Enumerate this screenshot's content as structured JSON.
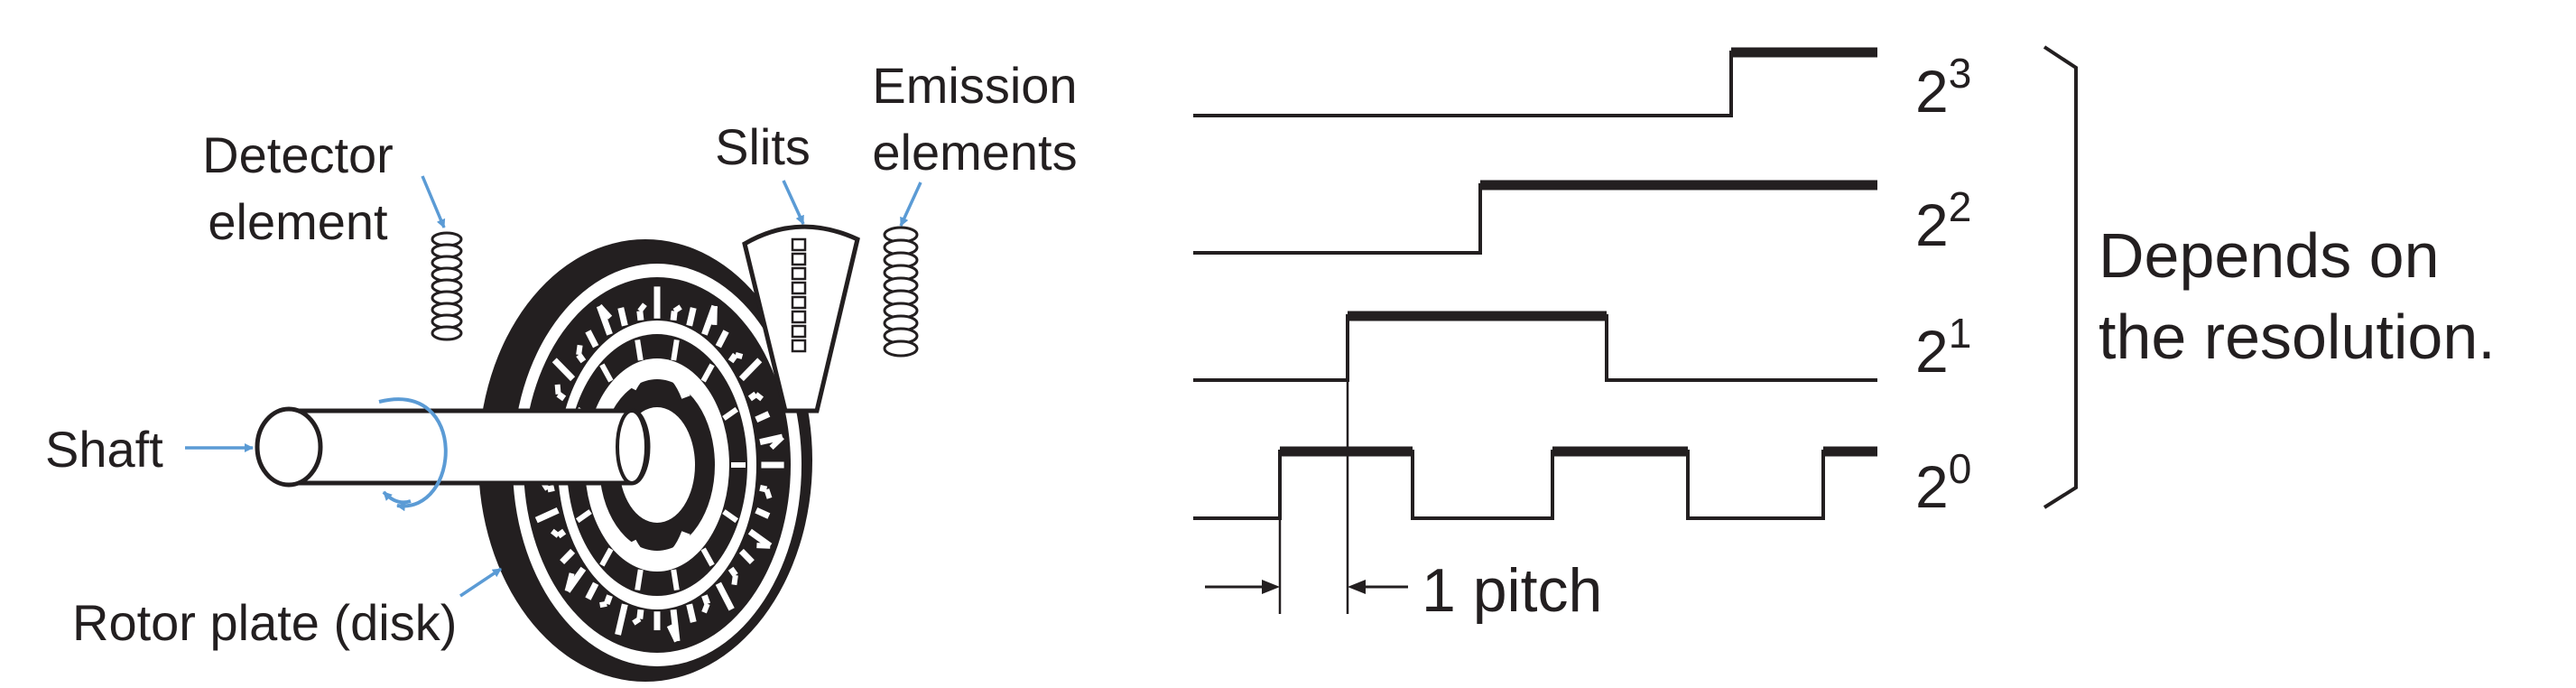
{
  "colors": {
    "ink": "#231f20",
    "arrow_blue": "#5b9bd5",
    "background": "#ffffff"
  },
  "encoder": {
    "detector_label": "Detector\nelement",
    "slits_label": "Slits",
    "emission_label": "Emission\nelements",
    "shaft_label": "Shaft",
    "rotor_label": "Rotor plate (disk)"
  },
  "waveforms": {
    "bits": [
      {
        "base": "2",
        "exp": "3"
      },
      {
        "base": "2",
        "exp": "2"
      },
      {
        "base": "2",
        "exp": "1"
      },
      {
        "base": "2",
        "exp": "0"
      }
    ],
    "pitch_label": "1 pitch",
    "bracket_label": "Depends on\nthe resolution."
  }
}
